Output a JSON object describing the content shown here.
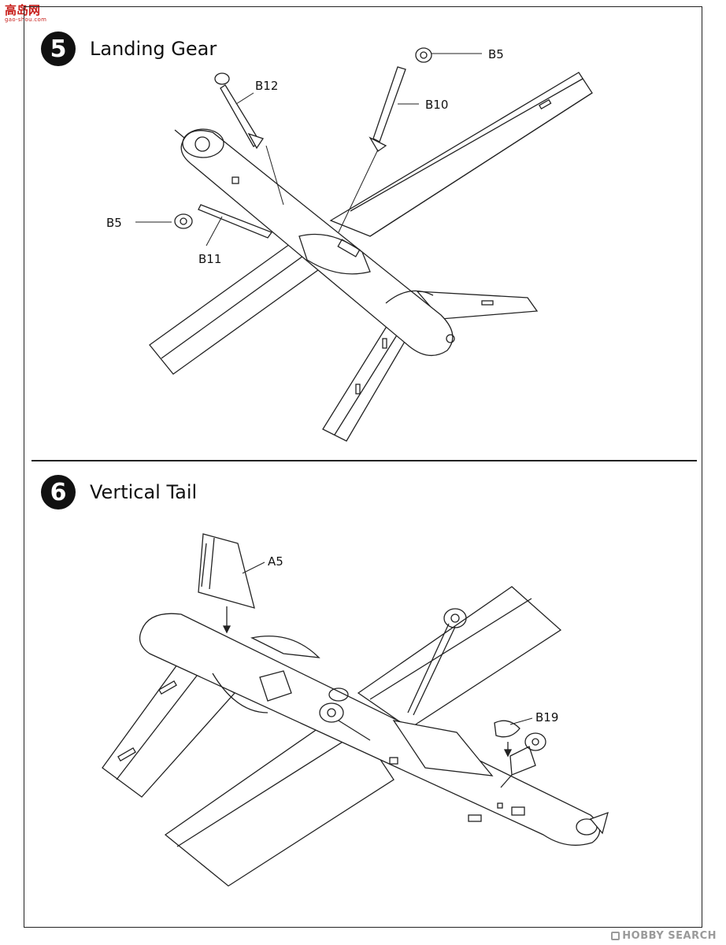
{
  "header": {
    "site_logo_text": "高岛网",
    "site_logo_sub": "gao-shou.com"
  },
  "steps": [
    {
      "number": "5",
      "title": "Landing Gear",
      "callouts": [
        "B12",
        "B5",
        "B10",
        "B5",
        "B11"
      ]
    },
    {
      "number": "6",
      "title": "Vertical Tail",
      "callouts": [
        "A5",
        "B19"
      ]
    }
  ],
  "footer": {
    "watermark": "HOBBY SEARCH"
  }
}
